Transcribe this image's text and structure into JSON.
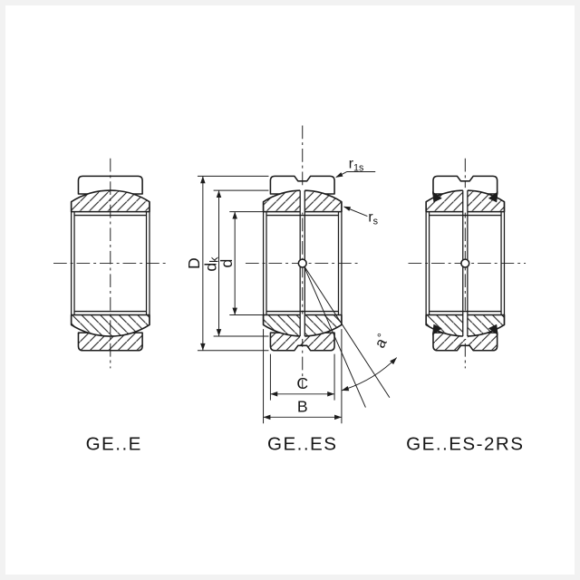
{
  "figure": {
    "type": "technical-drawing",
    "bearings": [
      {
        "caption": "GE..E"
      },
      {
        "caption": "GE..ES"
      },
      {
        "caption": "GE..ES-2RS"
      }
    ],
    "dimension_labels": {
      "outer_diameter": "D",
      "sphere_diameter": {
        "main": "d",
        "sub": "k"
      },
      "bore_diameter": "d",
      "outer_ring_width": "C",
      "inner_ring_width": "B",
      "inner_ring_chamfer": {
        "main": "r",
        "sub": "1s"
      },
      "outer_ring_chamfer": {
        "main": "r",
        "sub": "s"
      },
      "misalignment_angle": {
        "main": "a",
        "sup": "°"
      }
    },
    "colors": {
      "line": "#1c1c1c",
      "background": "#ffffff"
    }
  }
}
